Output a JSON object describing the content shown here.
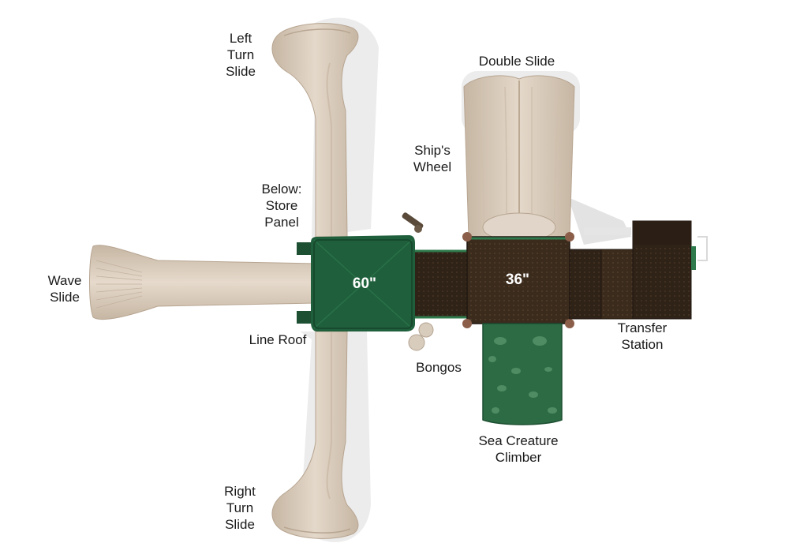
{
  "labels": {
    "left_turn_slide": [
      "Left",
      "Turn",
      "Slide"
    ],
    "double_slide": [
      "Double Slide"
    ],
    "ships_wheel": [
      "Ship's",
      "Wheel"
    ],
    "store_panel": [
      "Below:",
      "Store",
      "Panel"
    ],
    "wave_slide": [
      "Wave",
      "Slide"
    ],
    "line_roof": [
      "Line Roof"
    ],
    "bongos": [
      "Bongos"
    ],
    "transfer_station": [
      "Transfer",
      "Station"
    ],
    "sea_creature_climber": [
      "Sea Creature",
      "Climber"
    ],
    "right_turn_slide": [
      "Right",
      "Turn",
      "Slide"
    ]
  },
  "deck_heights": {
    "deck_60": "60\"",
    "deck_36": "36\""
  },
  "colors": {
    "slide_tan": "#ddd0c1",
    "slide_tan_dark": "#c9b8a5",
    "roof_green": "#1f5f3c",
    "deck_brown": "#3a2a1c",
    "climber_green": "#2c6b44",
    "shadow": "#e6e6e6"
  }
}
